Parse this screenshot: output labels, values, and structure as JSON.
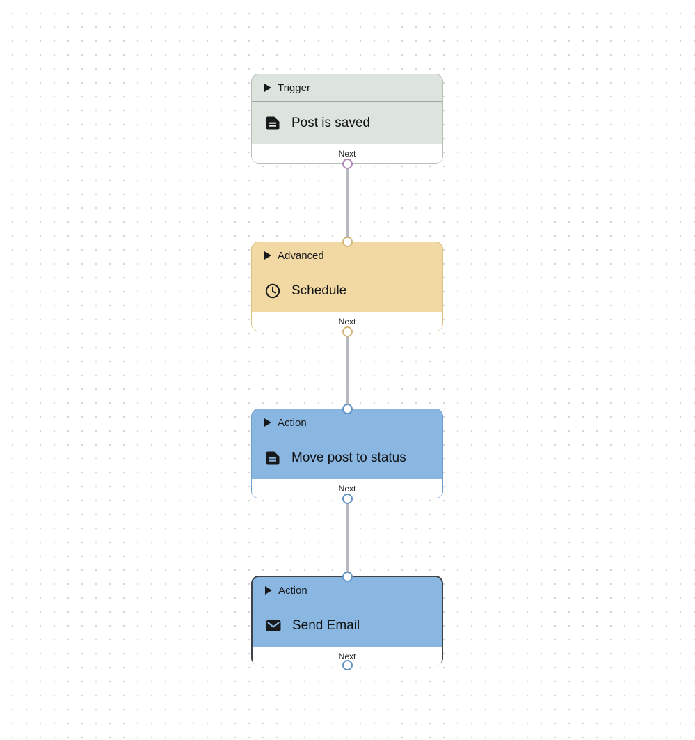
{
  "canvas": {
    "background": "#ffffff",
    "dot_color": "#d6d6d6",
    "edge_color": "#b8b8c0"
  },
  "nodes": [
    {
      "category": "Trigger",
      "title": "Post is saved",
      "icon": "document-icon",
      "footer_label": "Next",
      "fill": "#dde3dd",
      "border": "#b7bfb7",
      "output_port_color": "#b18ab8",
      "has_input_port": false,
      "selected": false
    },
    {
      "category": "Advanced",
      "title": "Schedule",
      "icon": "clock-icon",
      "footer_label": "Next",
      "fill": "#f2d9a4",
      "border": "#dcc084",
      "input_port_color": "#d3b67c",
      "output_port_color": "#d3b67c",
      "has_input_port": true,
      "selected": false
    },
    {
      "category": "Action",
      "title": "Move post to status",
      "icon": "document-icon",
      "footer_label": "Next",
      "fill": "#8ab7e2",
      "border": "#6d9fce",
      "input_port_color": "#6394c6",
      "output_port_color": "#6394c6",
      "has_input_port": true,
      "selected": false
    },
    {
      "category": "Action",
      "title": "Send Email",
      "icon": "mail-icon",
      "footer_label": "Next",
      "fill": "#8ab7e2",
      "border": "#3d4247",
      "input_port_color": "#6394c6",
      "output_port_color": "#6394c6",
      "has_input_port": true,
      "selected": true
    }
  ]
}
